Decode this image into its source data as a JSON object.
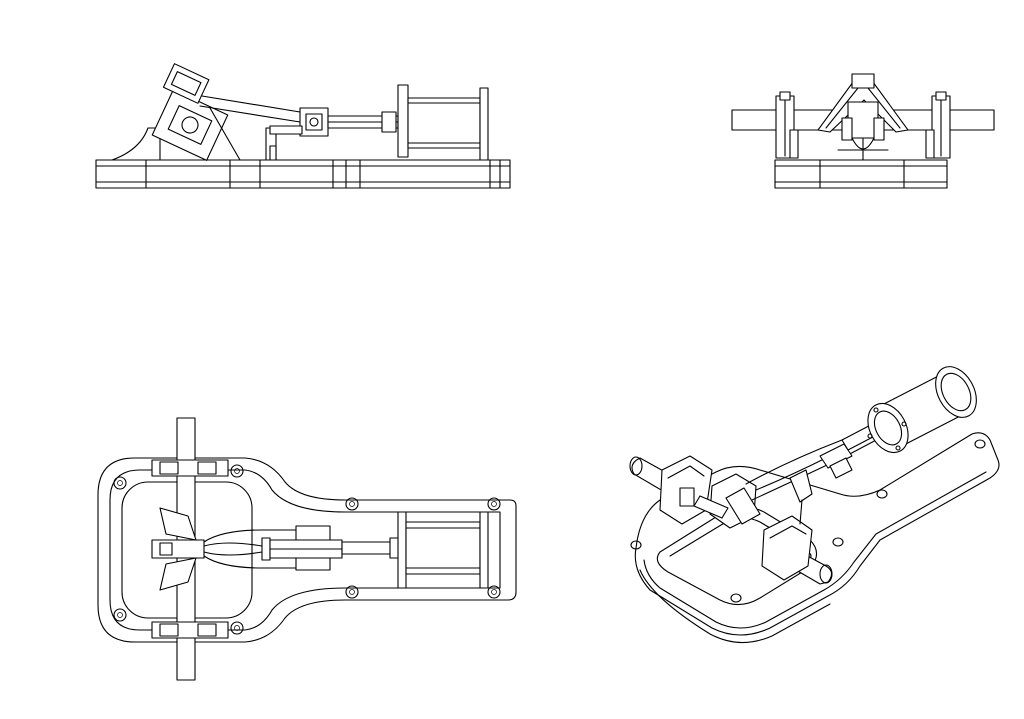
{
  "drawing": {
    "views": [
      {
        "id": "side-elevation"
      },
      {
        "id": "end-elevation"
      },
      {
        "id": "plan-view"
      },
      {
        "id": "isometric-view"
      }
    ],
    "colors": {
      "background": "#ffffff",
      "line": "#000000"
    }
  }
}
